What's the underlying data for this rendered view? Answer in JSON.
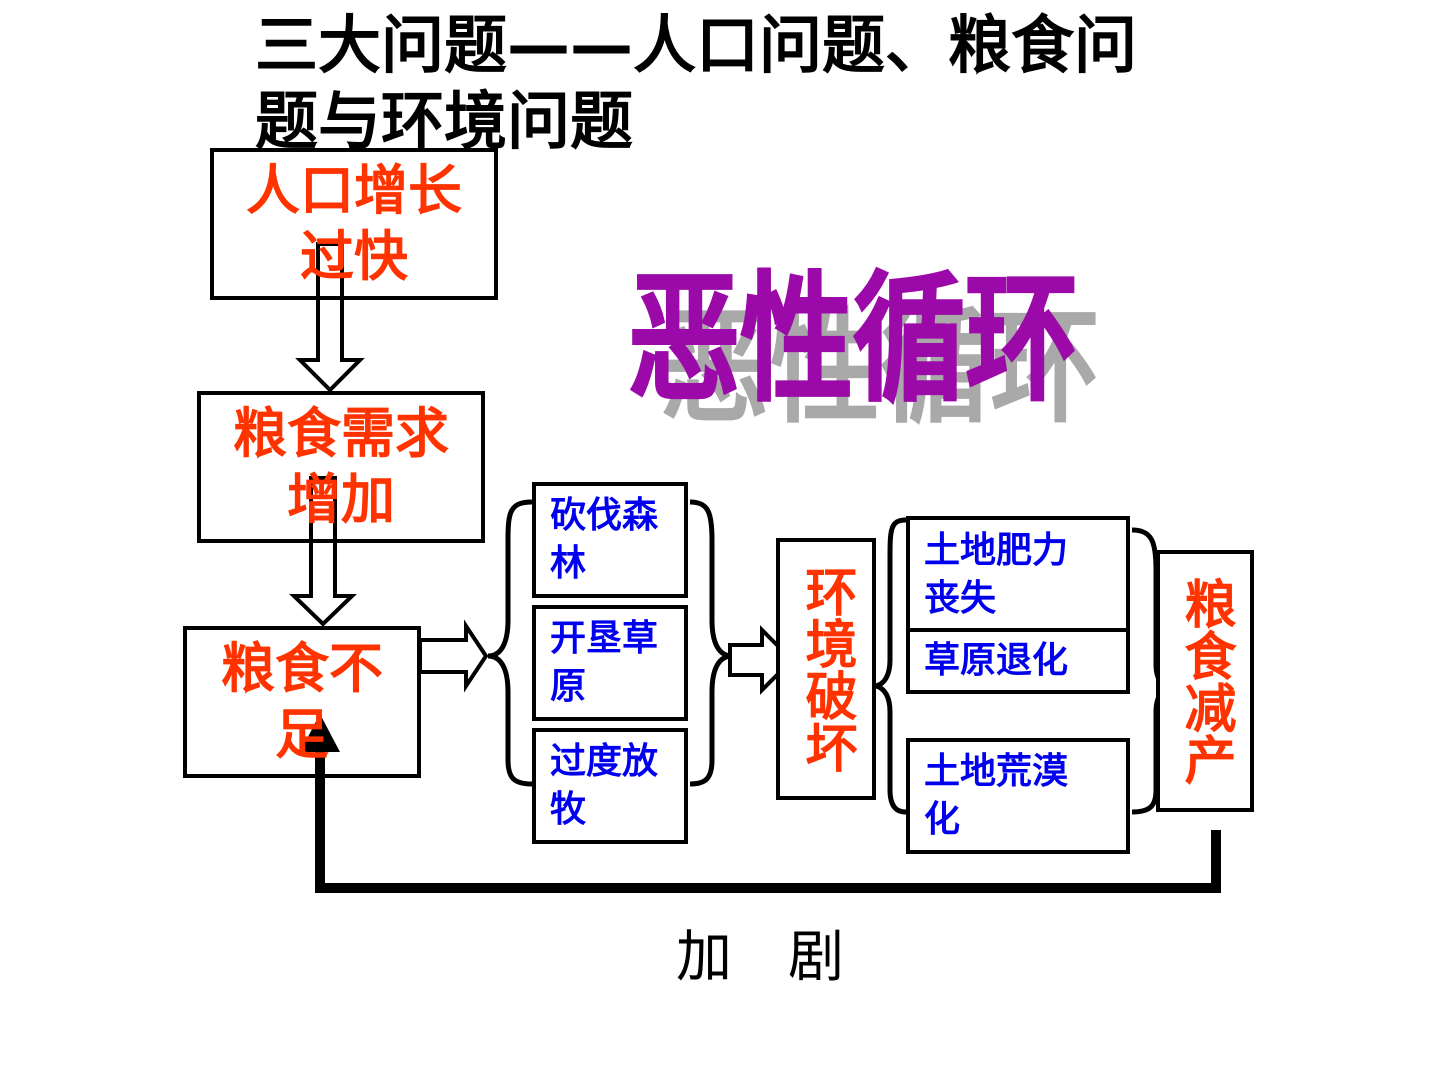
{
  "title": "三大问题——人口问题、粮食问题与环境问题",
  "wordart": {
    "text": "恶性循环",
    "color": "#9b0aa8",
    "shadow_color": "#a9a9a9"
  },
  "chain": {
    "box1": "人口增长过快",
    "box2": "粮食需求增加",
    "box3": "粮食不足"
  },
  "causes": [
    "砍伐森林",
    "开垦草原",
    "过度放牧"
  ],
  "env": "环境破坏",
  "effects": [
    "土地肥力丧失",
    "草原退化",
    "土地荒漠化"
  ],
  "result": "粮食减产",
  "feedback_label": "加　剧",
  "colors": {
    "red": "#ff3300",
    "blue": "#0000ee",
    "black": "#000000"
  }
}
